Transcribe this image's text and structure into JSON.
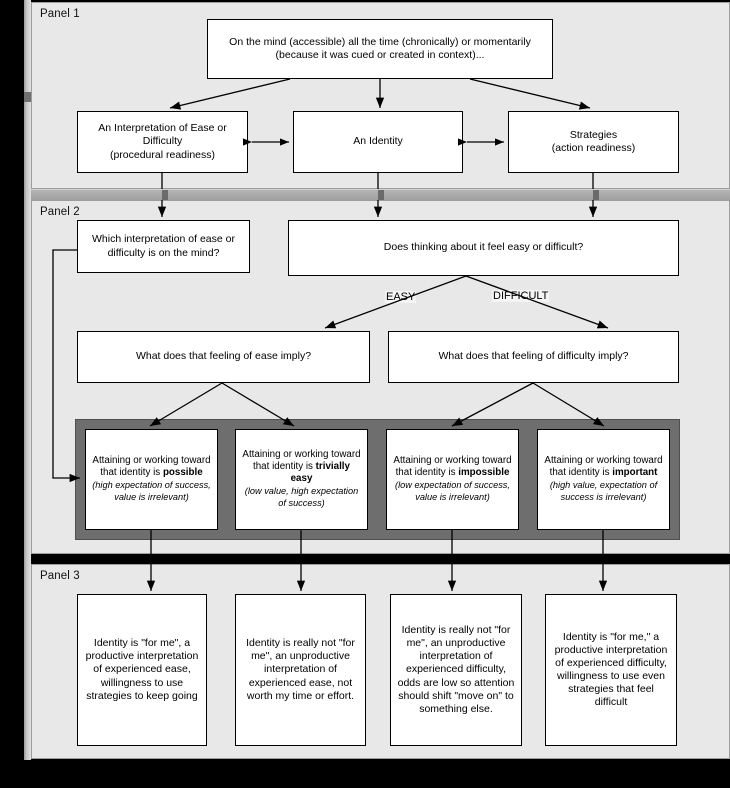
{
  "panels": [
    {
      "label": "Panel 1"
    },
    {
      "label": "Panel 2"
    },
    {
      "label": "Panel 3"
    }
  ],
  "panel1": {
    "top_box": "On the mind (accessible) all the time (chronically) or momentarily (because it was cued or created in context)...",
    "left_box_line1": "An Interpretation of Ease or",
    "left_box_line2": "Difficulty",
    "left_box_line3": "(procedural readiness)",
    "center_box": "An Identity",
    "right_box_line1": "Strategies",
    "right_box_line2": "(action readiness)"
  },
  "panel2": {
    "which_interpretation": "Which interpretation of ease or difficulty is on the mind?",
    "feel_easy_or_difficult": "Does thinking about it feel easy or difficult?",
    "label_easy": "EASY",
    "label_difficult": "DIFFICULT",
    "ease_imply": "What does that feeling of ease imply?",
    "difficulty_imply": "What does that feeling of difficulty imply?",
    "outcomes": [
      {
        "lead": "Attaining or working toward that identity is",
        "key": "possible",
        "note": "(high expectation of success, value is irrelevant)"
      },
      {
        "lead": "Attaining or working toward that identity is",
        "key": "trivially easy",
        "note": "(low value, high expectation of success)"
      },
      {
        "lead": "Attaining or working toward that identity is",
        "key": "impossible",
        "note": "(low expectation of success, value is irrelevant)"
      },
      {
        "lead": "Attaining or working toward that identity is",
        "key": "important",
        "note": "(high value, expectation of success is irrelevant)"
      }
    ]
  },
  "panel3": {
    "conclusions": [
      "Identity is \"for me\", a productive interpretation of experienced ease, willingness to use strategies to keep going",
      "Identity is really not \"for me\", an unproductive interpretation of experienced ease, not worth my time or effort.",
      "Identity is really not \"for me\", an unproductive interpretation of experienced difficulty, odds are low so attention should shift \"move on\" to something else.",
      "Identity is \"for me,\" a productive interpretation of experienced difficulty, willingness to use even strategies that feel difficult"
    ]
  },
  "colors": {
    "panel_bg": "#e8e8e8",
    "group_gray": "#6e6e6e",
    "box_bg": "#ffffff",
    "line": "#000000",
    "page_bg": "#000000"
  }
}
